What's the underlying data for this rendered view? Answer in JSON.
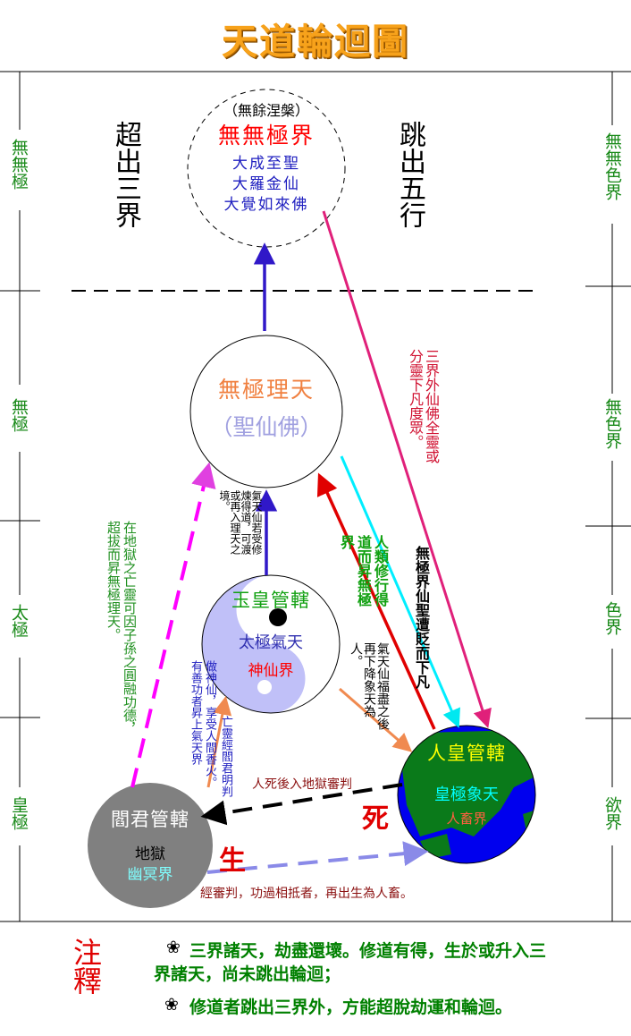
{
  "title": "天道輪迴圖",
  "left_side": [
    "無無極",
    "無極",
    "太極",
    "皇極"
  ],
  "right_side": [
    "無無色界",
    "無色界",
    "色界",
    "欲界"
  ],
  "top_left_label": "超出三界",
  "top_right_label": "跳出五行",
  "top_circle": {
    "subtitle": "（無餘涅槃）",
    "name": "無無極界",
    "lines": [
      "大成至聖",
      "大羅金仙",
      "大覺如來佛"
    ]
  },
  "middle_circle": {
    "name": "無極理天",
    "sub": "（聖仙佛）"
  },
  "yin_yang": {
    "title": "玉皇管轄",
    "line1": "太極氣天",
    "line2": "神仙界"
  },
  "earth": {
    "title": "人皇管轄",
    "line1": "皇極象天",
    "line2": "人畜界"
  },
  "hell": {
    "title": "閻君管轄",
    "line1": "地獄",
    "line2": "幽冥界"
  },
  "annotations": {
    "qi_to_li": "氣天仙若受修煉得道，可渡或再入理天之境。",
    "hell_to_li": "在地獄之亡靈可因子孫之圓融功德，超拔而昇無極理天。",
    "cultivate": "人類修行得道而昇無極界",
    "li_down": "三界外仙佛全靈或分靈下凡度眾。",
    "fall": "無極界仙聖遭貶而下凡",
    "qi_down": "氣天仙福盡之後再下降象天為人。",
    "good_deeds": "做神仙，享受人間香火。有善功者昇上氣天界",
    "judged": "亡靈經閻君明判",
    "death_arrow": "人死後入地獄審判",
    "death": "死",
    "birth": "生",
    "rebirth": "經審判，功過相抵者，再出生為人畜。"
  },
  "notes": {
    "label": "注釋",
    "items": [
      "三界諸天，劫盡還壞。修道有得，生於或升入三界諸天，尚未跳出輪迴；",
      "修道者跳出三界外，方能超脫劫運和輪迴。"
    ],
    "bullet_icon": "flower-icon"
  }
}
